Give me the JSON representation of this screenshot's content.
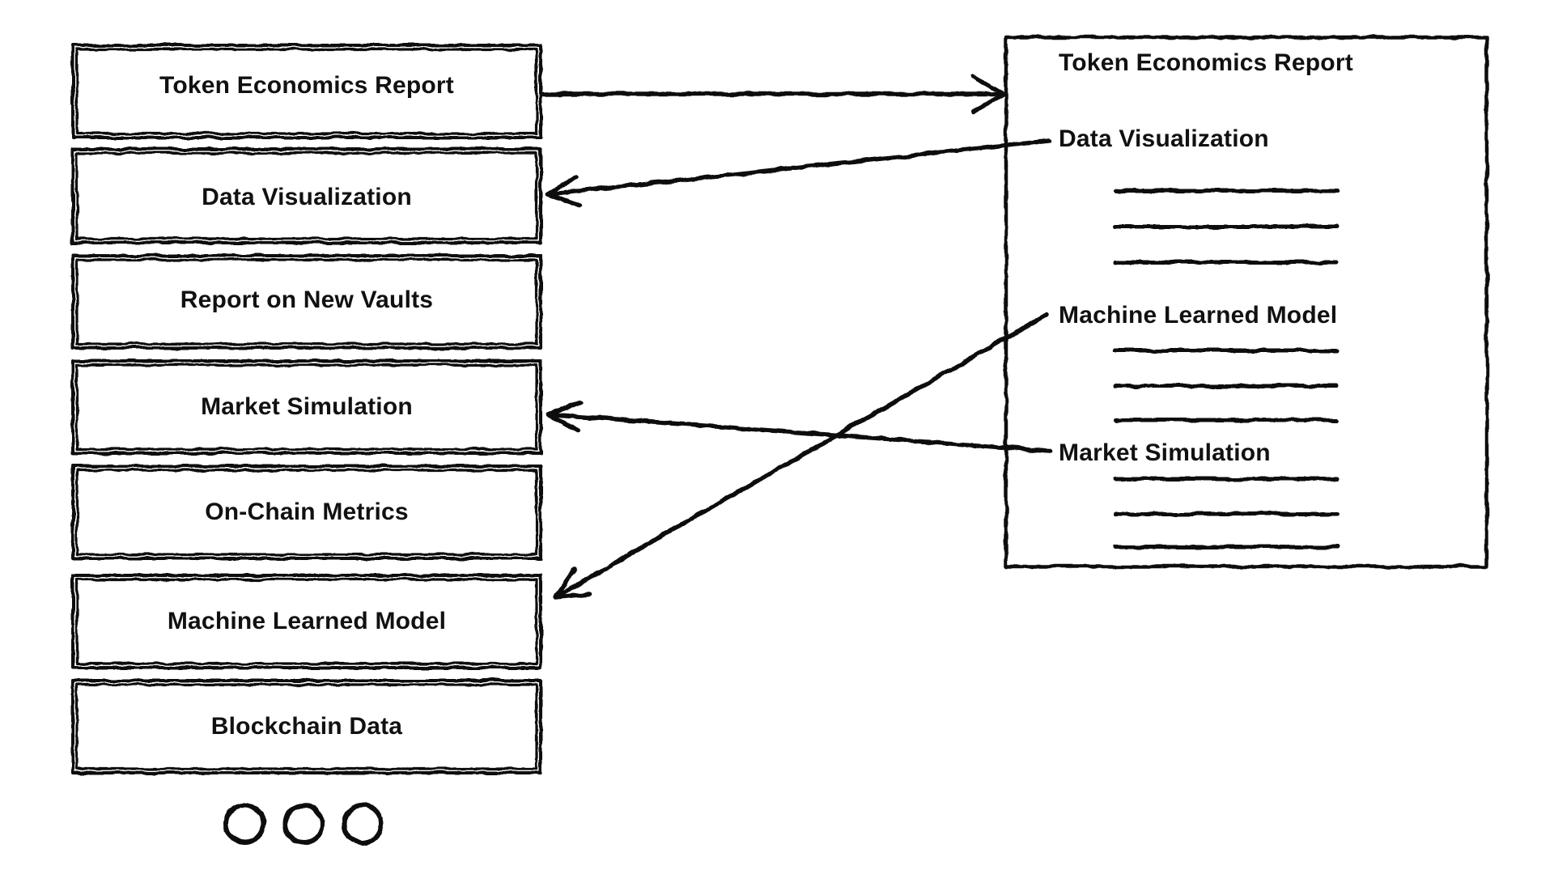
{
  "palette": {
    "ink": "#111111",
    "paper": "#ffffff"
  },
  "report_list": {
    "items": [
      {
        "label": "Token Economics Report"
      },
      {
        "label": "Data Visualization"
      },
      {
        "label": "Report on New Vaults"
      },
      {
        "label": "Market Simulation"
      },
      {
        "label": "On-Chain Metrics"
      },
      {
        "label": "Machine Learned Model"
      },
      {
        "label": "Blockchain Data"
      }
    ],
    "more_items_indicator": {
      "icon": "ellipsis-circles-icon",
      "circle_count": 3
    }
  },
  "report_preview": {
    "title": "Token Economics Report",
    "sections": [
      {
        "heading": "Data Visualization",
        "placeholder_lines": 3
      },
      {
        "heading": "Machine Learned Model",
        "placeholder_lines": 3
      },
      {
        "heading": "Market Simulation",
        "placeholder_lines": 3
      }
    ]
  },
  "connections": [
    {
      "from": "list:Token Economics Report",
      "to": "preview:Token Economics Report",
      "arrow": "right"
    },
    {
      "from": "preview:Data Visualization",
      "to": "list:Data Visualization",
      "arrow": "left"
    },
    {
      "from": "preview:Market Simulation",
      "to": "list:Market Simulation",
      "arrow": "left"
    },
    {
      "from": "preview:Machine Learned Model",
      "to": "list:Machine Learned Model",
      "arrow": "left"
    }
  ]
}
